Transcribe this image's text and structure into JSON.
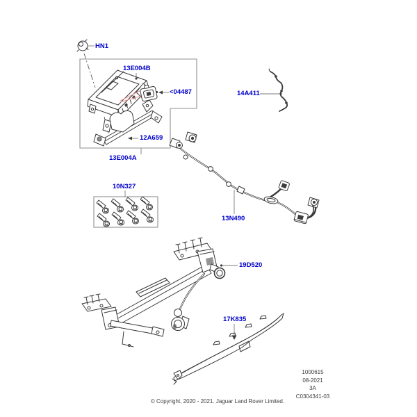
{
  "diagram": {
    "title_context": "Jaguar Land Rover towing electrics parts diagram",
    "labels": {
      "hn1": "HN1",
      "module_assembly": "13E004B",
      "vin_note": "<04487",
      "antenna_wire": "14A411",
      "bracket": "12A659",
      "module_kit": "13E004A",
      "fixing_kit": "10N327",
      "wiring_harness": "13N490",
      "towbar": "19D520",
      "finisher_panel": "17K835"
    },
    "footer": {
      "sheet_number": "1000615",
      "date": "08-2021",
      "revision": "3A",
      "drawing_code": "C0304341-03",
      "copyright": "© Copyright, 2020 - 2021. Jaguar Land Rover Limited."
    },
    "colors": {
      "label_blue": "#0000cc",
      "line_dark": "#383838",
      "box_gray": "#8f8f8f",
      "highlight_red": "#f09a9a",
      "footer_text": "#3c3c3c"
    }
  }
}
